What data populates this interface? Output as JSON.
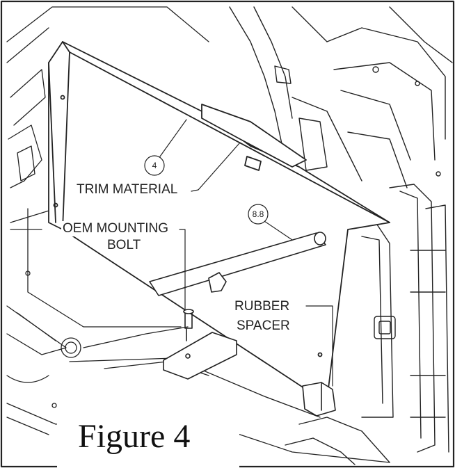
{
  "labels": {
    "trim_material": "TRIM MATERIAL",
    "oem_mounting_line1": "OEM MOUNTING",
    "oem_mounting_line2": "BOLT",
    "rubber_line1": "RUBBER",
    "rubber_line2": "SPACER"
  },
  "callouts": {
    "panel": "4",
    "rod": "8.8"
  },
  "caption": "Figure 4",
  "colors": {
    "line": "#222222",
    "background": "#ffffff"
  }
}
